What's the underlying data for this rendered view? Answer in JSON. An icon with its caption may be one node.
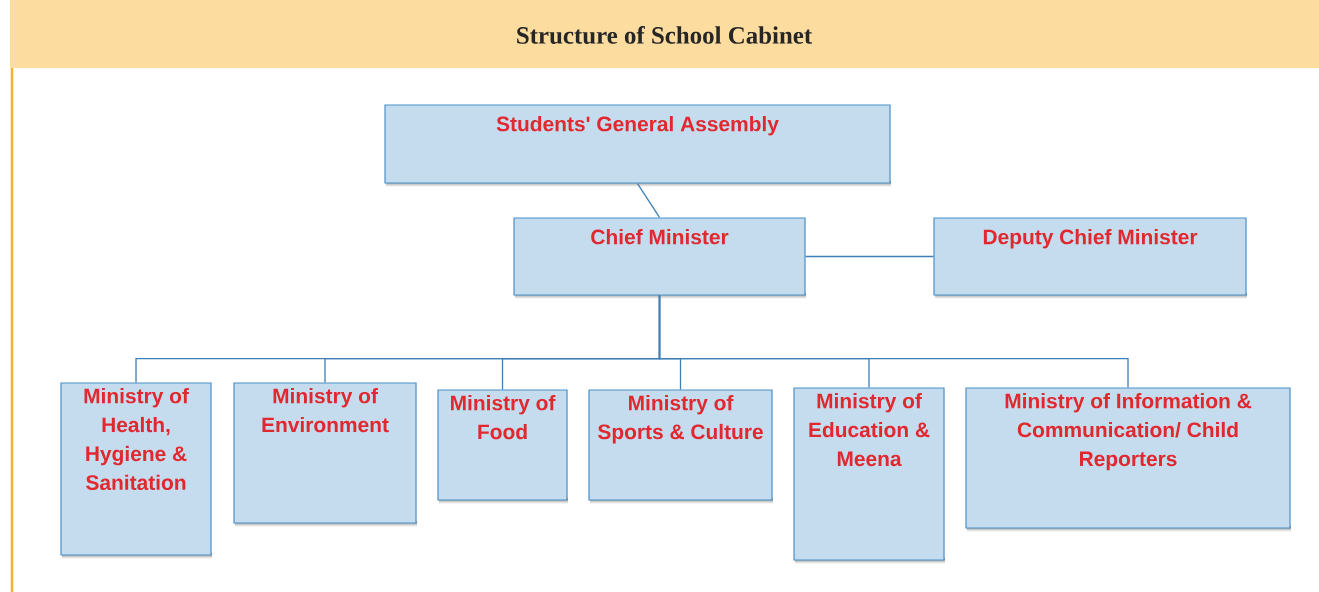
{
  "diagram": {
    "title": "Structure of School Cabinet",
    "nodes": [
      {
        "text": [
          "Students' General Assembly"
        ]
      },
      {
        "text": [
          "Chief Minister"
        ]
      },
      {
        "text": [
          "Deputy Chief Minister"
        ]
      },
      {
        "text": [
          "Ministry of Health, Hygiene & Sanitation"
        ]
      },
      {
        "text": [
          "Ministry of Environment"
        ]
      },
      {
        "text": [
          "Ministry of Food"
        ]
      },
      {
        "text": [
          "Ministry of Sports & Culture"
        ]
      },
      {
        "text": [
          "Ministry of Education & Meena"
        ]
      },
      {
        "text": [
          "Ministry of Information & Communication/ Child Reporters"
        ]
      }
    ],
    "edges": [
      {
        "from": 0,
        "to": 1,
        "arrow": "none"
      },
      {
        "from": 1,
        "to": 2,
        "arrow": "none"
      },
      {
        "from": 1,
        "to": 3,
        "arrow": "none"
      },
      {
        "from": 1,
        "to": 4,
        "arrow": "none"
      },
      {
        "from": 1,
        "to": 5,
        "arrow": "none"
      },
      {
        "from": 1,
        "to": 6,
        "arrow": "none"
      },
      {
        "from": 1,
        "to": 7,
        "arrow": "none"
      },
      {
        "from": 1,
        "to": 8,
        "arrow": "none"
      }
    ]
  }
}
